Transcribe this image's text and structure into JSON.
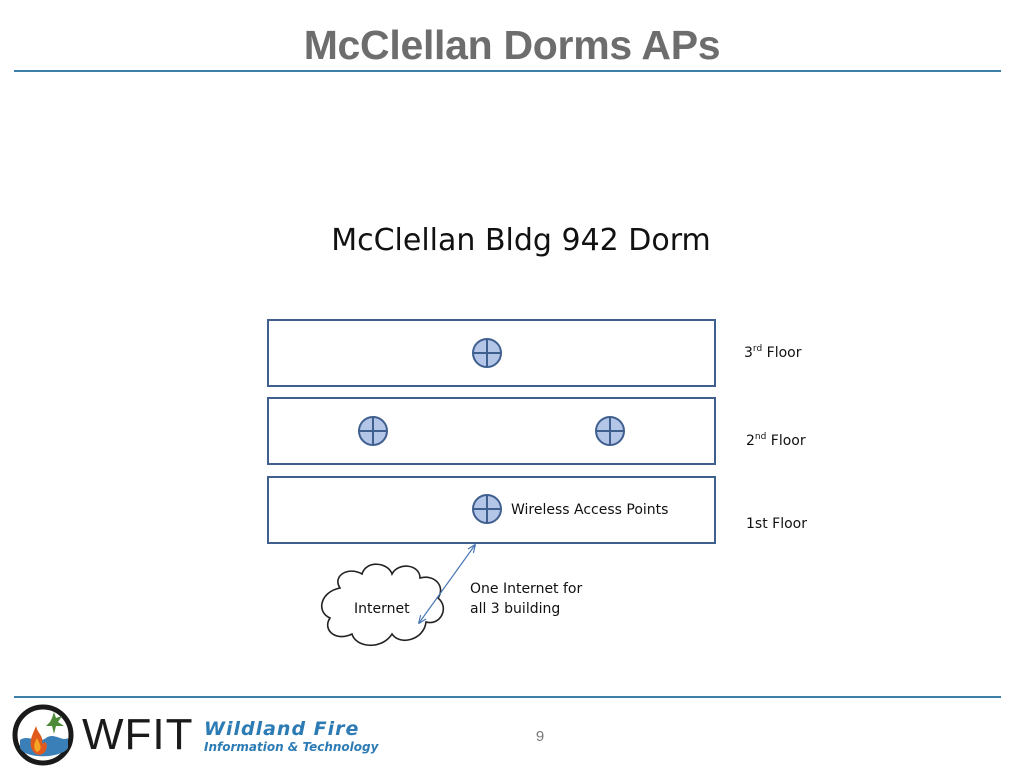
{
  "slide": {
    "title": "McClellan Dorms APs",
    "page_number": "9",
    "accent_color": "#3d7fa8"
  },
  "diagram": {
    "title": "McClellan Bldg 942 Dorm",
    "floors": [
      {
        "label_main": "3",
        "label_sup": "rd",
        "label_rest": " Floor",
        "access_points": 1
      },
      {
        "label_main": "2",
        "label_sup": "nd",
        "label_rest": " Floor",
        "access_points": 2
      },
      {
        "label_main": "1st",
        "label_sup": "",
        "label_rest": " Floor",
        "access_points": 1
      }
    ],
    "ap_label": "Wireless Access Points",
    "internet_label": "Internet",
    "connection_note": [
      "One Internet for",
      "all 3 building"
    ],
    "floor_border_color": "#3f5f8f",
    "ap_fill_color": "#b4c6e7"
  },
  "footer": {
    "brand": "WFIT",
    "tagline_line1": "Wildland Fire",
    "tagline_line2": "Information & Technology",
    "logo_icon": "wfit-logo-icon",
    "tagline_color": "#2d7bb5"
  }
}
